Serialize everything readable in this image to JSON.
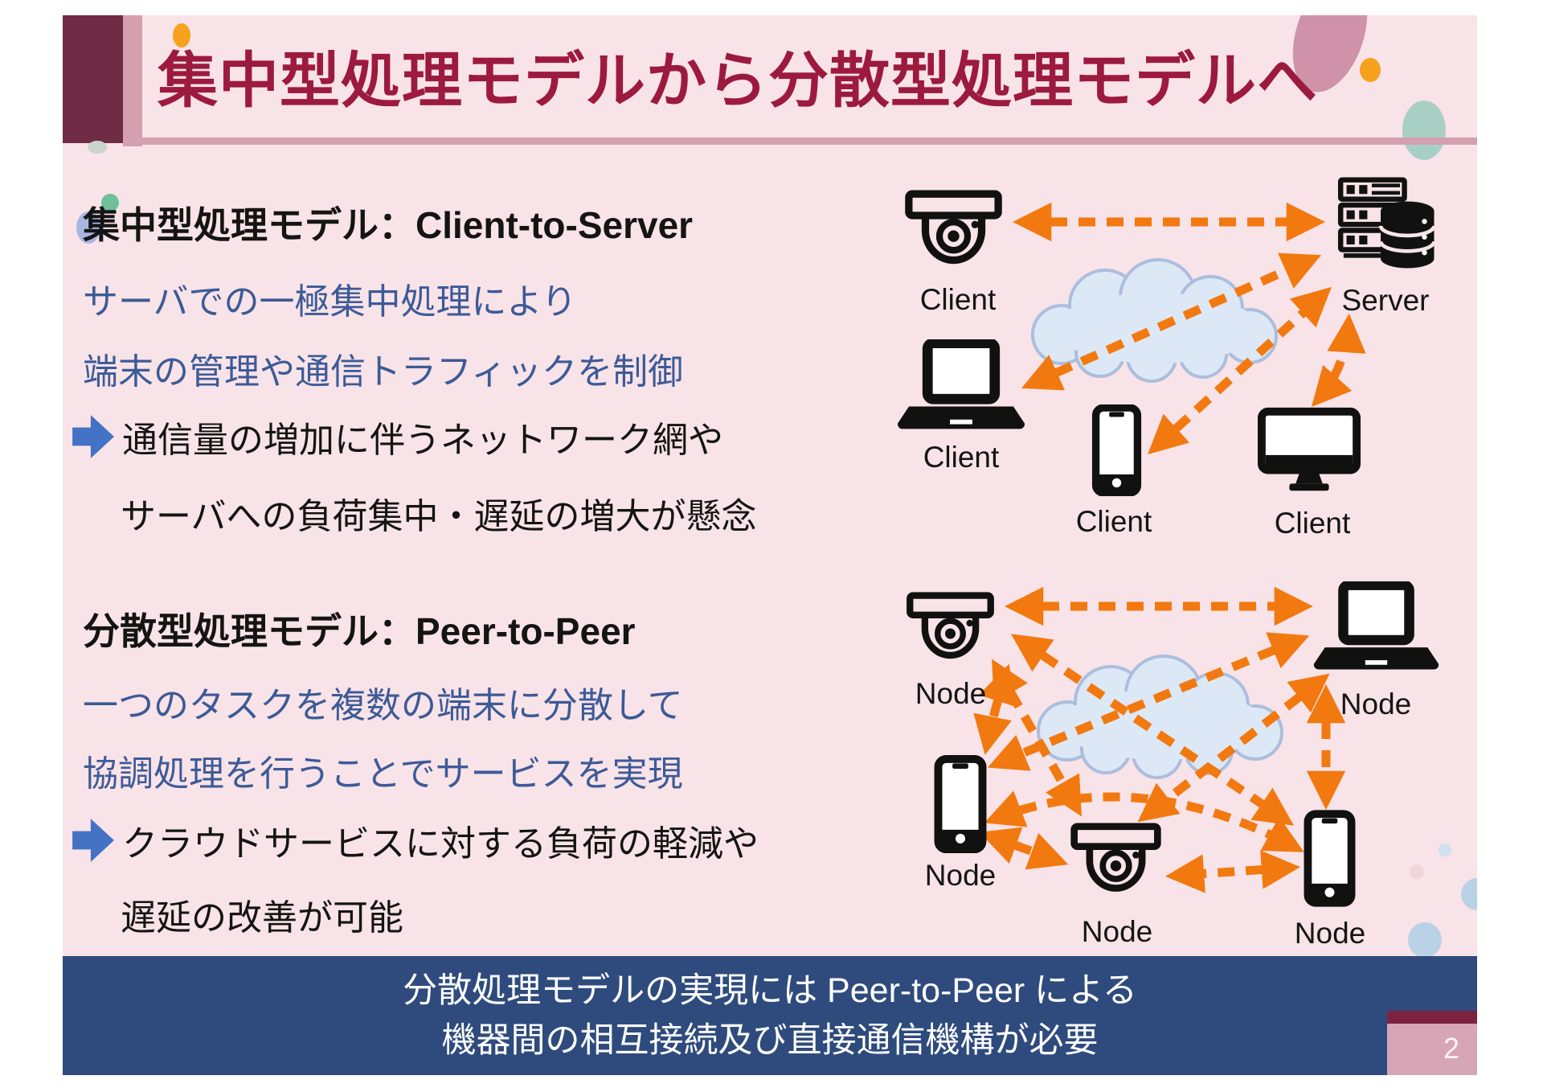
{
  "title": "集中型処理モデルから分散型処理モデルへ",
  "section1": {
    "heading": "集中型処理モデル：Client-to-Server",
    "lines_blue": [
      "サーバでの一極集中処理により",
      "端末の管理や通信トラフィックを制御"
    ],
    "bullet_lines": [
      "通信量の増加に伴うネットワーク網や",
      "サーバへの負荷集中・遅延の増大が懸念"
    ]
  },
  "section2": {
    "heading": "分散型処理モデル：Peer-to-Peer",
    "lines_blue": [
      "一つのタスクを複数の端末に分散して",
      "協調処理を行うことでサービスを実現"
    ],
    "bullet_lines": [
      "クラウドサービスに対する負荷の軽減や",
      "遅延の改善が可能"
    ]
  },
  "diagram_client_server": {
    "nodes": [
      {
        "icon": "security-camera-icon",
        "label": "Client"
      },
      {
        "icon": "laptop-icon",
        "label": "Client"
      },
      {
        "icon": "smartphone-icon",
        "label": "Client"
      },
      {
        "icon": "monitor-icon",
        "label": "Client"
      },
      {
        "icon": "server-database-icon",
        "label": "Server"
      }
    ]
  },
  "diagram_p2p": {
    "nodes": [
      {
        "icon": "security-camera-icon",
        "label": "Node"
      },
      {
        "icon": "laptop-icon",
        "label": "Node"
      },
      {
        "icon": "smartphone-icon",
        "label": "Node"
      },
      {
        "icon": "security-camera-icon",
        "label": "Node"
      },
      {
        "icon": "smartphone-icon",
        "label": "Node"
      }
    ]
  },
  "banner": {
    "line1": "分散処理モデルの実現には Peer-to-Peer による",
    "line2": "機器間の相互接続及び直接通信機構が必要"
  },
  "page_number": "2",
  "colors": {
    "slide_background": "#f8e3e8",
    "title_text": "#9c1a3e",
    "accent_bar": "#702b45",
    "accent_strip": "#d4a0b0",
    "body_blue_text": "#3c5a97",
    "bullet_arrow": "#4472c4",
    "network_arrow_orange": "#f2790f",
    "cloud_fill": "#dde8f6",
    "cloud_stroke": "#abbedd",
    "banner_background": "#2f4b7d",
    "page_box_pink": "#d7a6b6",
    "page_box_maroon": "#7b2340"
  }
}
